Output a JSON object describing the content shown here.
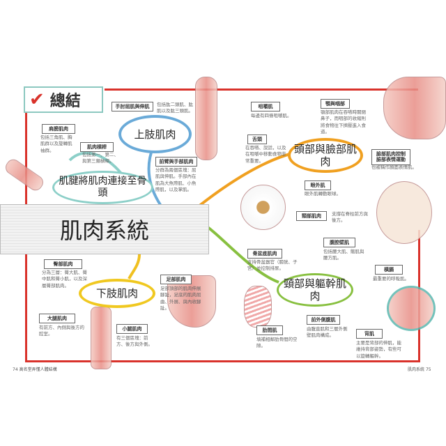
{
  "summary": "總結",
  "banner": "肌肉系統",
  "tendon": "肌腱將肌肉連接至骨頭",
  "upper": {
    "hub": "上肢肌肉",
    "items": [
      {
        "title": "手肘屈肌與伸肌",
        "desc": "包括肱二頭肌、肱肌以及肱三頭肌。"
      },
      {
        "title": "肩膀肌肉",
        "desc": "包括三角肌、胸肌群以及旋轉肌袖群。"
      },
      {
        "title": "肌肉槓桿",
        "desc": "包括第一、第二、與第三類槓桿。"
      },
      {
        "title": "前臂與手部肌肉",
        "desc": "分群為兩個區塊：屈肌與伸肌。手部內在肌為大魚際肌、小魚際肌，以及掌肌。"
      }
    ]
  },
  "head": {
    "hub": "頭部與臉部肌肉",
    "items": [
      {
        "title": "咀嚼肌",
        "desc": "每邊有四條咀嚼肌。"
      },
      {
        "title": "顎與咽部",
        "desc": "顎部肌肉在吞嚥時關閉鼻子，而咽部的收縮則將食物往下擠壓進入食道。"
      },
      {
        "title": "舌頭",
        "desc": "在吞嚥、說話，以及在咀嚼中移動食物非常重要。"
      },
      {
        "title": "臉部肌肉控制臉部表情運動",
        "desc": "也被稱作顏面表情肌。"
      },
      {
        "title": "眼外肌",
        "desc": "眼外肌轉動眼球。"
      }
    ]
  },
  "trunk": {
    "hub": "頸部與軀幹肌肉",
    "items": [
      {
        "title": "頸部肌肉",
        "desc": "支撐在脊柱前方與後方。"
      },
      {
        "title": "腹腔壁肌",
        "desc": "包括腰大肌、髂肌與腰方肌。"
      },
      {
        "title": "骨盆底肌肉",
        "desc": "支持骨盆器官（膀胱、子宮）並控制排尿。"
      },
      {
        "title": "橫膈",
        "desc": "最重要的呼吸肌。"
      },
      {
        "title": "肋間肌",
        "desc": "填補相鄰肋骨間的空隙。"
      },
      {
        "title": "前外側腹肌",
        "desc": "由腹直肌和三層外側壁肌肉構成。"
      },
      {
        "title": "背肌",
        "desc": "主要是背部的伸肌，能維持背部姿勢，有些可以旋轉軀幹。"
      }
    ]
  },
  "lower": {
    "hub": "下肢肌肉",
    "items": [
      {
        "title": "臀部肌肉",
        "desc": "分為三層：臀大肌、臀中肌和臀小肌，以及深層臀部肌肉。"
      },
      {
        "title": "足部肌肉",
        "desc": "足部頂部的肌肉伸展腳趾，足底的肌肉屈曲、外展、與內收腳趾。"
      },
      {
        "title": "大腿肌肉",
        "desc": "有前方、內側與後方的腔室。"
      },
      {
        "title": "小腿肌肉",
        "desc": "有三個區塊：前方、後方與外側。"
      }
    ]
  },
  "footer": {
    "left_page": "74",
    "left_title": "高名堂弄懂人體結構",
    "right_title": "肌肉系統",
    "right_page": "75"
  }
}
